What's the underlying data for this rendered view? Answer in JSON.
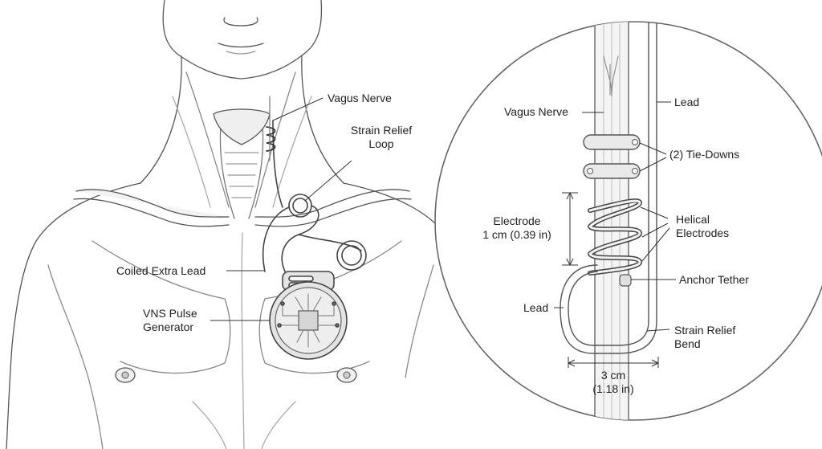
{
  "colors": {
    "ink": "#555555",
    "ink_light": "#9a9a9a",
    "skin_shade": "#e6e6e6",
    "device_fill": "#e4e4e4",
    "label_text": "#222222",
    "background": "#ffffff"
  },
  "left_panel": {
    "labels": {
      "vagus_nerve": "Vagus Nerve",
      "strain_relief_loop": [
        "Strain Relief",
        "Loop"
      ],
      "coiled_extra_lead": "Coiled Extra Lead",
      "pulse_generator": [
        "VNS Pulse",
        "Generator"
      ]
    }
  },
  "right_panel": {
    "labels": {
      "vagus_nerve": "Vagus Nerve",
      "lead_top": "Lead",
      "tie_downs": "(2) Tie-Downs",
      "electrode_length": [
        "Electrode",
        "1 cm (0.39 in)"
      ],
      "helical_electrodes": [
        "Helical",
        "Electrodes"
      ],
      "anchor_tether": "Anchor Tether",
      "lead_left": "Lead",
      "strain_relief_bend": [
        "Strain Relief",
        "Bend"
      ],
      "width_dimension": [
        "3 cm",
        "(1.18 in)"
      ]
    }
  }
}
